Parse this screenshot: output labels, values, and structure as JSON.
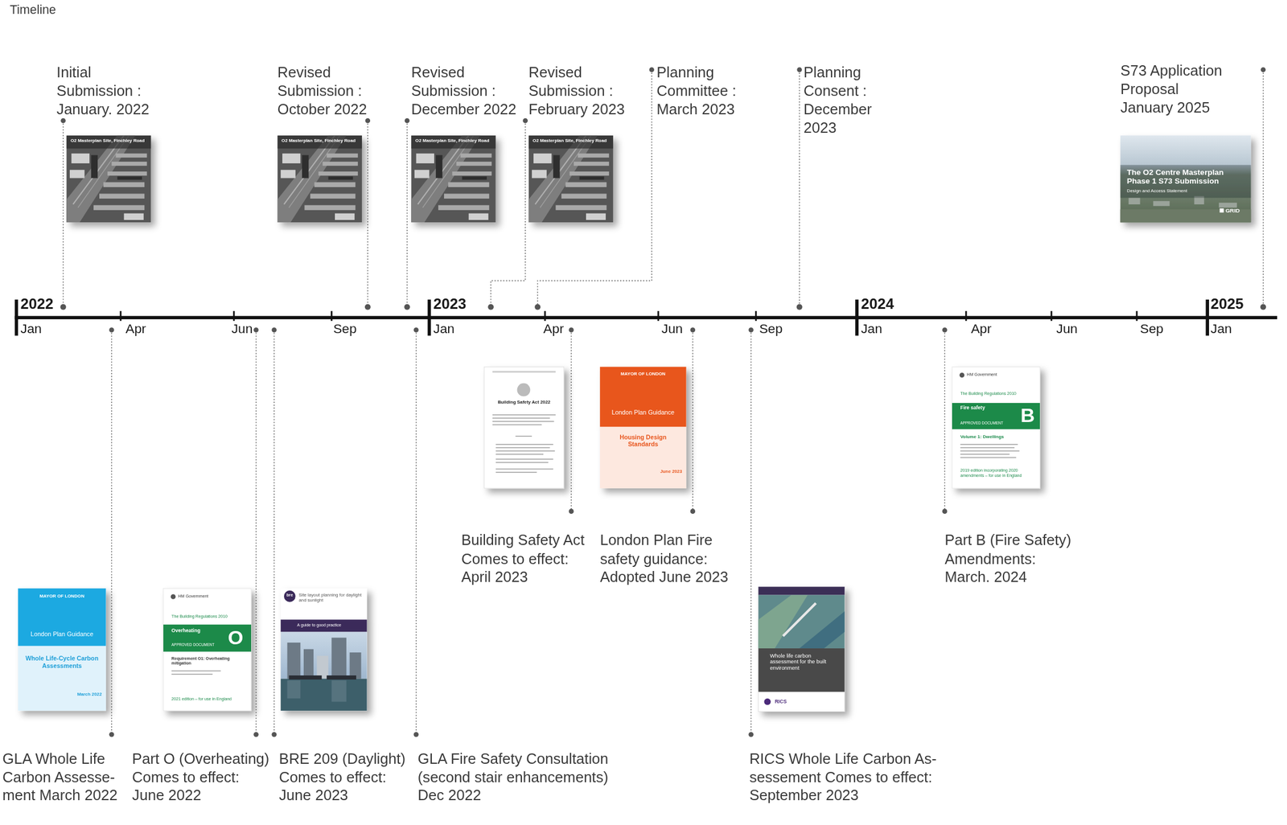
{
  "diagram": {
    "title": "Timeline",
    "nodes": [
      {
        "text": [
          "O2 Masterplan Site, Finchley Road"
        ]
      },
      {
        "text": [
          "O2 Masterplan Site, Finchley Road"
        ]
      },
      {
        "text": [
          "O2 Masterplan Site, Finchley Road"
        ]
      },
      {
        "text": [
          "O2 Masterplan Site, Finchley Road"
        ]
      },
      {
        "text": [
          "The O2 Centre Masterplan Phase 1 S73 Submission",
          "Design and Access Statement",
          "GRID"
        ]
      },
      {
        "text": [
          "Building Safety Act 2022"
        ]
      },
      {
        "text": [
          "MAYOR OF LONDON",
          "London Plan Guidance",
          "Housing Design Standards",
          "June 2023"
        ]
      },
      {
        "text": [
          "HM Government",
          "The Building Regulations 2010",
          "Fire safety",
          "APPROVED DOCUMENT",
          "B",
          "Volume 1: Dwellings",
          "2019 edition incorporating 2020 amendments – for use in England"
        ]
      },
      {
        "text": [
          "MAYOR OF LONDON",
          "London Plan Guidance",
          "Whole Life-Cycle Carbon Assessments",
          "March 2022"
        ]
      },
      {
        "text": [
          "HM Government",
          "The Building Regulations 2010",
          "Overheating",
          "APPROVED DOCUMENT",
          "O",
          "Requirement O1: Overheating mitigation",
          "2021 edition – for use in England"
        ]
      },
      {
        "text": [
          "bre",
          "Site layout planning for daylight and sunlight",
          "A guide to good practice"
        ]
      },
      {
        "text": [
          "Whole life carbon assessment for the built environment",
          "RICS"
        ]
      }
    ],
    "labels": [
      "Initial Submission : January. 2022",
      "Revised Submission : October 2022",
      "Revised Submission : December 2022",
      "Revised Submission : February 2023",
      "Planning Committee : March 2023",
      "Planning Consent : December 2023",
      "S73 Application Proposal January 2025",
      "2022",
      "2023",
      "2024",
      "2025",
      "Jan",
      "Apr",
      "Jun",
      "Sep",
      "Jan",
      "Apr",
      "Jun",
      "Sep",
      "Jan",
      "Apr",
      "Jun",
      "Sep",
      "Jan",
      "Building Safety Act Comes to effect: April 2023",
      "London Plan Fire safety guidance: Adopted June 2023",
      "Part B (Fire Safety) Amendments: March. 2024",
      "GLA Whole Life Carbon Assesse- ment March 2022",
      "Part O (Overheating) Comes to effect: June 2022",
      "BRE 209 (Daylight) Comes to effect: June 2023",
      "GLA Fire Safety Consultation (second stair enhancements) Dec 2022",
      "RICS Whole Life Carbon As- sessement Comes to effect: September 2023"
    ]
  }
}
